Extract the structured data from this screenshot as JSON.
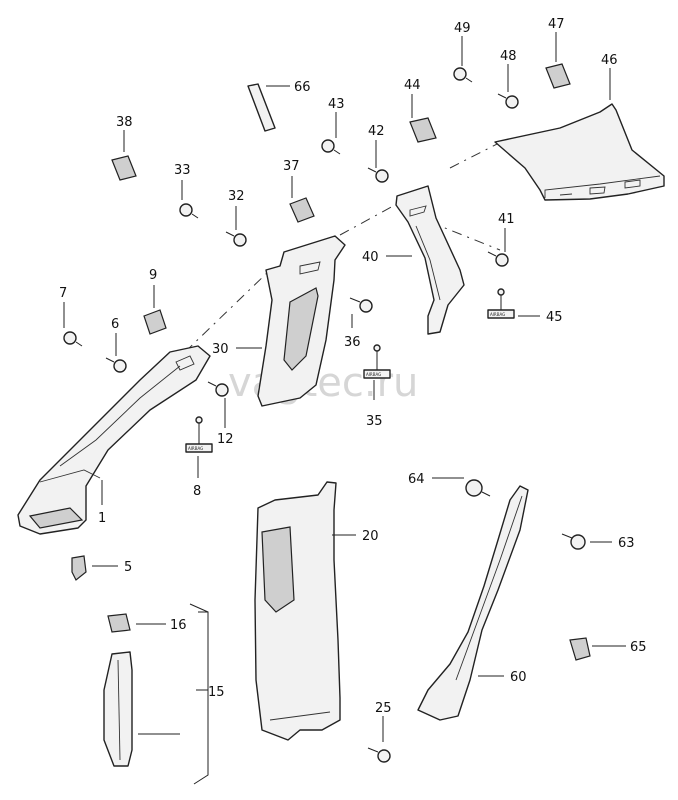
{
  "watermark": "vagtec.ru",
  "airbag_text": "AIRBAG",
  "callouts": {
    "c1": "1",
    "c5": "5",
    "c6": "6",
    "c7": "7",
    "c8": "8",
    "c9": "9",
    "c12": "12",
    "c15": "15",
    "c16": "16",
    "c20": "20",
    "c25": "25",
    "c30": "30",
    "c32": "32",
    "c33": "33",
    "c35": "35",
    "c36": "36",
    "c37": "37",
    "c38": "38",
    "c40": "40",
    "c41": "41",
    "c42": "42",
    "c43": "43",
    "c44": "44",
    "c45": "45",
    "c46": "46",
    "c47": "47",
    "c48": "48",
    "c49": "49",
    "c60": "60",
    "c63": "63",
    "c64": "64",
    "c65": "65",
    "c66": "66"
  }
}
